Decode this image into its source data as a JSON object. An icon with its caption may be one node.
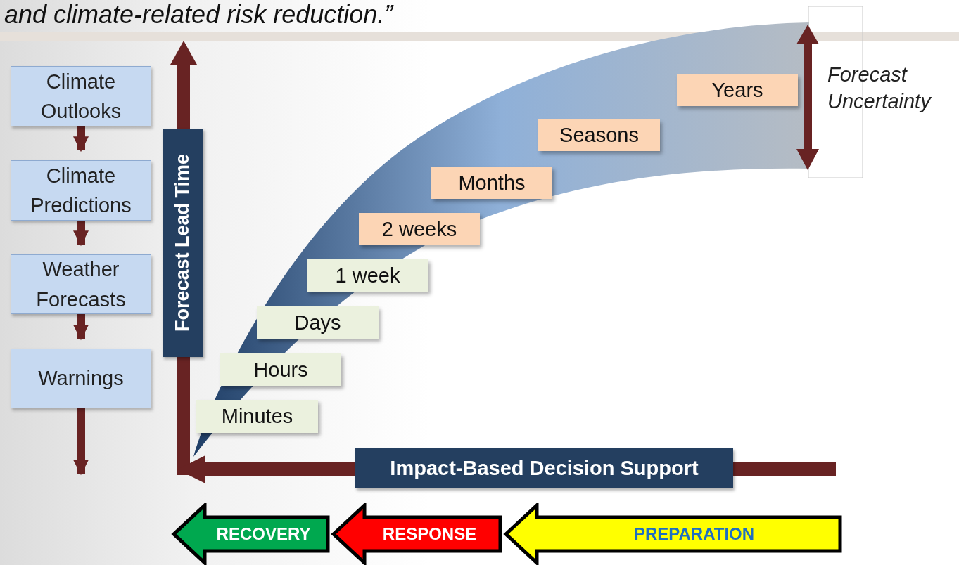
{
  "diagram": {
    "nodes": [
      {
        "text": [
          "Climate Outlooks"
        ]
      },
      {
        "text": [
          "Climate Predictions"
        ]
      },
      {
        "text": [
          "Weather Forecasts"
        ]
      },
      {
        "text": [
          "Warnings"
        ]
      },
      {
        "text": [
          "Minutes"
        ]
      },
      {
        "text": [
          "Hours"
        ]
      },
      {
        "text": [
          "Days"
        ]
      },
      {
        "text": [
          "1 week"
        ]
      },
      {
        "text": [
          "2 weeks"
        ]
      },
      {
        "text": [
          "Months"
        ]
      },
      {
        "text": [
          "Seasons"
        ]
      },
      {
        "text": [
          "Years"
        ]
      },
      {
        "text": [
          "RECOVERY"
        ]
      },
      {
        "text": [
          "RESPONSE"
        ]
      },
      {
        "text": [
          "PREPARATION"
        ]
      }
    ],
    "edges": [
      {
        "from": 0,
        "to": 1,
        "arrow": "to"
      },
      {
        "from": 1,
        "to": 2,
        "arrow": "to"
      },
      {
        "from": 2,
        "to": 3,
        "arrow": "to"
      },
      {
        "from": 3,
        "to": null,
        "arrow": "to"
      }
    ],
    "labels": [
      "and climate-related risk reduction.”",
      "Forecast Lead Time",
      "Impact-Based Decision Support",
      "Forecast Uncertainty"
    ]
  }
}
